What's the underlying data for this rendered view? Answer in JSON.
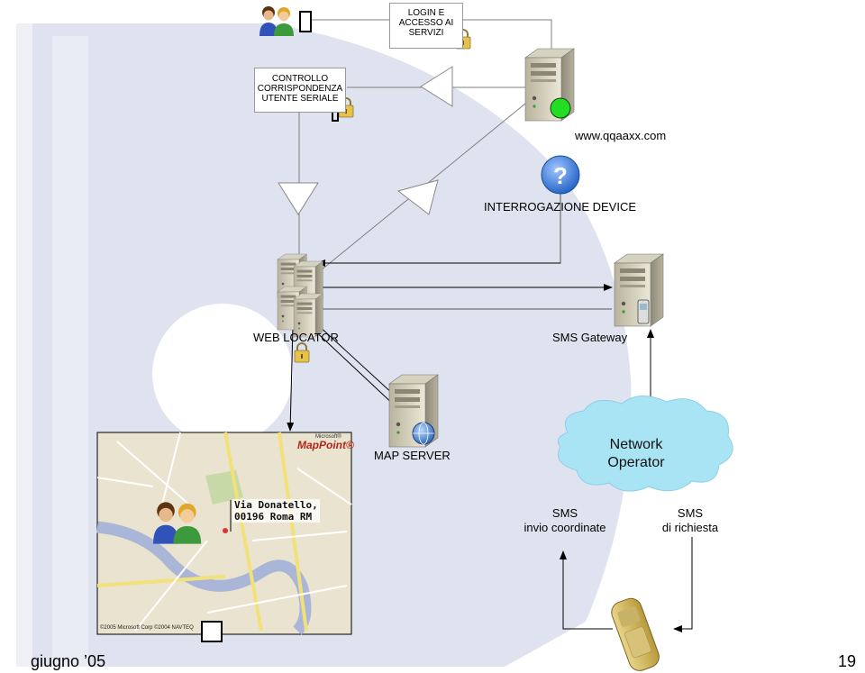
{
  "diagram": {
    "login_box": {
      "line1": "LOGIN E",
      "line2": "ACCESSO AI",
      "line3": "SERVIZI"
    },
    "control_box": {
      "line1": "CONTROLLO",
      "line2": "CORRISPONDENZA",
      "line3": "UTENTE SERIALE"
    },
    "website": "www.qqaaxx.com",
    "device_query": "INTERROGAZIONE DEVICE",
    "web_locator": "WEB LOCATOR",
    "sms_gateway": "SMS Gateway",
    "map_server": "MAP SERVER",
    "network_operator": {
      "line1": "Network",
      "line2": "Operator"
    },
    "sms_coords": {
      "line1": "SMS",
      "line2": "invio coordinate"
    },
    "sms_request": {
      "line1": "SMS",
      "line2": "di richiesta"
    }
  },
  "map": {
    "brand_small": "Microsoft®",
    "brand": "MapPoint®",
    "address_line1": "Via Donatello,",
    "address_line2": "00196 Roma RM",
    "copyright": "©2005 Microsoft Corp ©2004 NAVTEQ",
    "colors": {
      "land": "#eae3cf",
      "river": "#a9b6d8",
      "park": "#c7d9a6",
      "road_major": "#f2e07a"
    }
  },
  "footer": {
    "date": "giugno ’05",
    "page_number": "19"
  },
  "colors": {
    "green_status": "#22dd22",
    "cloud": "#a8e4f4",
    "watermark": "#dfe3ef"
  }
}
